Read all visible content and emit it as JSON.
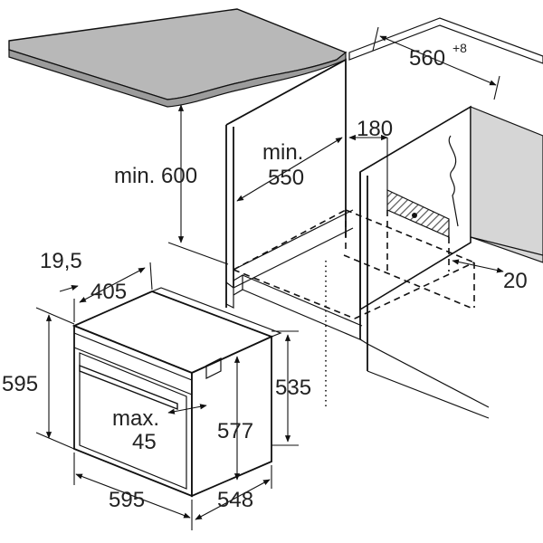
{
  "labels": {
    "width_cutout": "560",
    "width_cutout_sup": "+8",
    "vent": "180",
    "depth_min_line1": "min.",
    "depth_min_line2": "550",
    "height_min": "min. 600",
    "side_gap": "20",
    "front_offset": "19,5",
    "door_depth": "405",
    "height_total": "595",
    "height_body": "535",
    "height_inner": "577",
    "handle_max_line1": "max.",
    "handle_max_line2": "45",
    "width_total": "595",
    "depth_total": "548"
  },
  "colors": {
    "worktop": "#b8b8b8",
    "worktop_edge": "#9c9c9c",
    "side_panel": "#d6d6d6",
    "hatch": "#555555"
  }
}
